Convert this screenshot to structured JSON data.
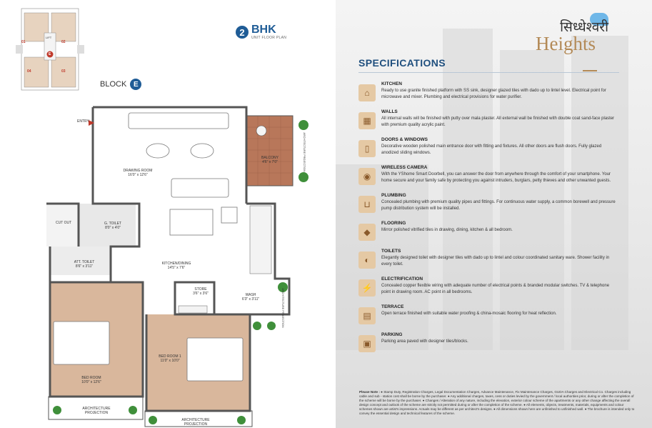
{
  "unit": {
    "number": "2",
    "type": "BHK",
    "subtitle": "UNIT FLOOR PLAN"
  },
  "block": {
    "label": "BLOCK",
    "letter": "E"
  },
  "brand": {
    "hindi": "सिध्धेश्वरी",
    "name": "Heights"
  },
  "keyplan": {
    "units": [
      "01",
      "02",
      "03",
      "04"
    ],
    "lift": "LIFT",
    "block": "E"
  },
  "rooms": {
    "entry": "ENTRY",
    "drawing": {
      "name": "DRAWING ROOM",
      "size": "16'0\" x 12'6\""
    },
    "balcony": {
      "name": "BALCONY",
      "size": "4'6\" x 7'0\""
    },
    "cutout": "CUT OUT",
    "g_toilet": {
      "name": "G. TOILET",
      "size": "8'0\" x 4'0\""
    },
    "att_toilet": {
      "name": "ATT. TOILET",
      "size": "8'6\" x 3'11\""
    },
    "kitchen": {
      "name": "KITCHEN/DINING",
      "size": "14'5\" x 7'6\""
    },
    "store": {
      "name": "STORE",
      "size": "3'6\" x 3'6\""
    },
    "wash": {
      "name": "WASH",
      "size": "6'3\" x 3'11\""
    },
    "bedroom": {
      "name": "BED ROOM",
      "size": "10'0\" x 12'6\""
    },
    "bedroom1": {
      "name": "BED ROOM 1",
      "size": "11'0\" x 10'0\""
    },
    "arch_projection": "ARCHITECTURE PROJECTION"
  },
  "specifications": {
    "heading": "SPECIFICATIONS",
    "items": [
      {
        "icon": "kitchen-icon",
        "title": "KITCHEN",
        "text": "Ready to use granite finished platform with SS sink, designer glazed tiles with dado up to lintel level. Electrical point for microwave and mixer. Plumbing and electrical provisions for water purifier."
      },
      {
        "icon": "walls-icon",
        "title": "WALLS",
        "text": "All internal walls will be finished with putty over mala plaster. All external wall be finished with double coat sand-face plaster with premium quality acrylic paint."
      },
      {
        "icon": "doors-icon",
        "title": "DOORS & WINDOWS",
        "text": "Decorative wooden polished main entrance door with fitting and fixtures. All other doors are flush doors. Fully glazed anodized sliding windows."
      },
      {
        "icon": "camera-icon",
        "title": "WIRELESS CAMERA",
        "text": "With the YShome Smart Doorbell, you can answer the door from anywhere through the comfort of your smartphone. Your home secure and your family safe by protecting you against intruders, burglars, petty thieves and other unwanted guests."
      },
      {
        "icon": "plumbing-icon",
        "title": "PLUMBING",
        "text": "Concealed plumbing with premium quality pipes and fittings. For continuous water supply, a common borewell and pressure pump distribution system will be installed."
      },
      {
        "icon": "flooring-icon",
        "title": "FLOORING",
        "text": "Mirror polished vitrified tiles in drawing, dining, kitchen & all bedroom."
      },
      {
        "icon": "toilet-icon",
        "title": "TOILETS",
        "text": "Elegantly designed toilet with designer tiles with dado up to lintel and colour coordinated sanitary ware. Shower facility in every toilet."
      },
      {
        "icon": "electrification-icon",
        "title": "ELECTRIFICATION",
        "text": "Concealed copper flexible wiring with adequate number of electrical points & branded modular switches. TV & telephone point in drawing room. AC point in all bedrooms."
      },
      {
        "icon": "terrace-icon",
        "title": "TERRACE",
        "text": "Open terrace finished with suitable water proofing & china-mosaic flooring for heat reflection."
      },
      {
        "icon": "parking-icon",
        "title": "PARKING",
        "text": "Parking area paved with designer tiles/blocks."
      }
    ]
  },
  "note": {
    "label": "Please Note :",
    "text": "● Stamp Duty, Registration Charges, Legal Documentation Charges, Advance Maintenance, Fix Maintenance Charges, GUDA Charges and Electrical Co. Charges including cable and sub - station cost shall be borne by the purchaser. ● Any additional charges, taxes, cess or duties levied by the government / local authorities prior, during or after the completion of the scheme will be borne by the purchaser. ● Changes / Alteration of any nature, including the elevation, exterior colour scheme of the apartments or any other change affecting the overall design concept and outlook of the scheme are strictly not permitted during or after the completion of the scheme. ● All elements, objects, treatments, materials, equipments and colour schemes shown are artist's impressions. Actuals may be different as per architect's designs. ● All dimensions shown here are unfinished to unfinished wall. ● The brochure is intended only to convey the essential design and technical features of the scheme."
  },
  "colors": {
    "accent_blue": "#1f5c96",
    "heading_blue": "#1f4f7e",
    "gold": "#b38a57",
    "bedroom_floor": "#d9b79c",
    "balcony_floor": "#b8775a",
    "tree_green": "#3f8f3a"
  }
}
